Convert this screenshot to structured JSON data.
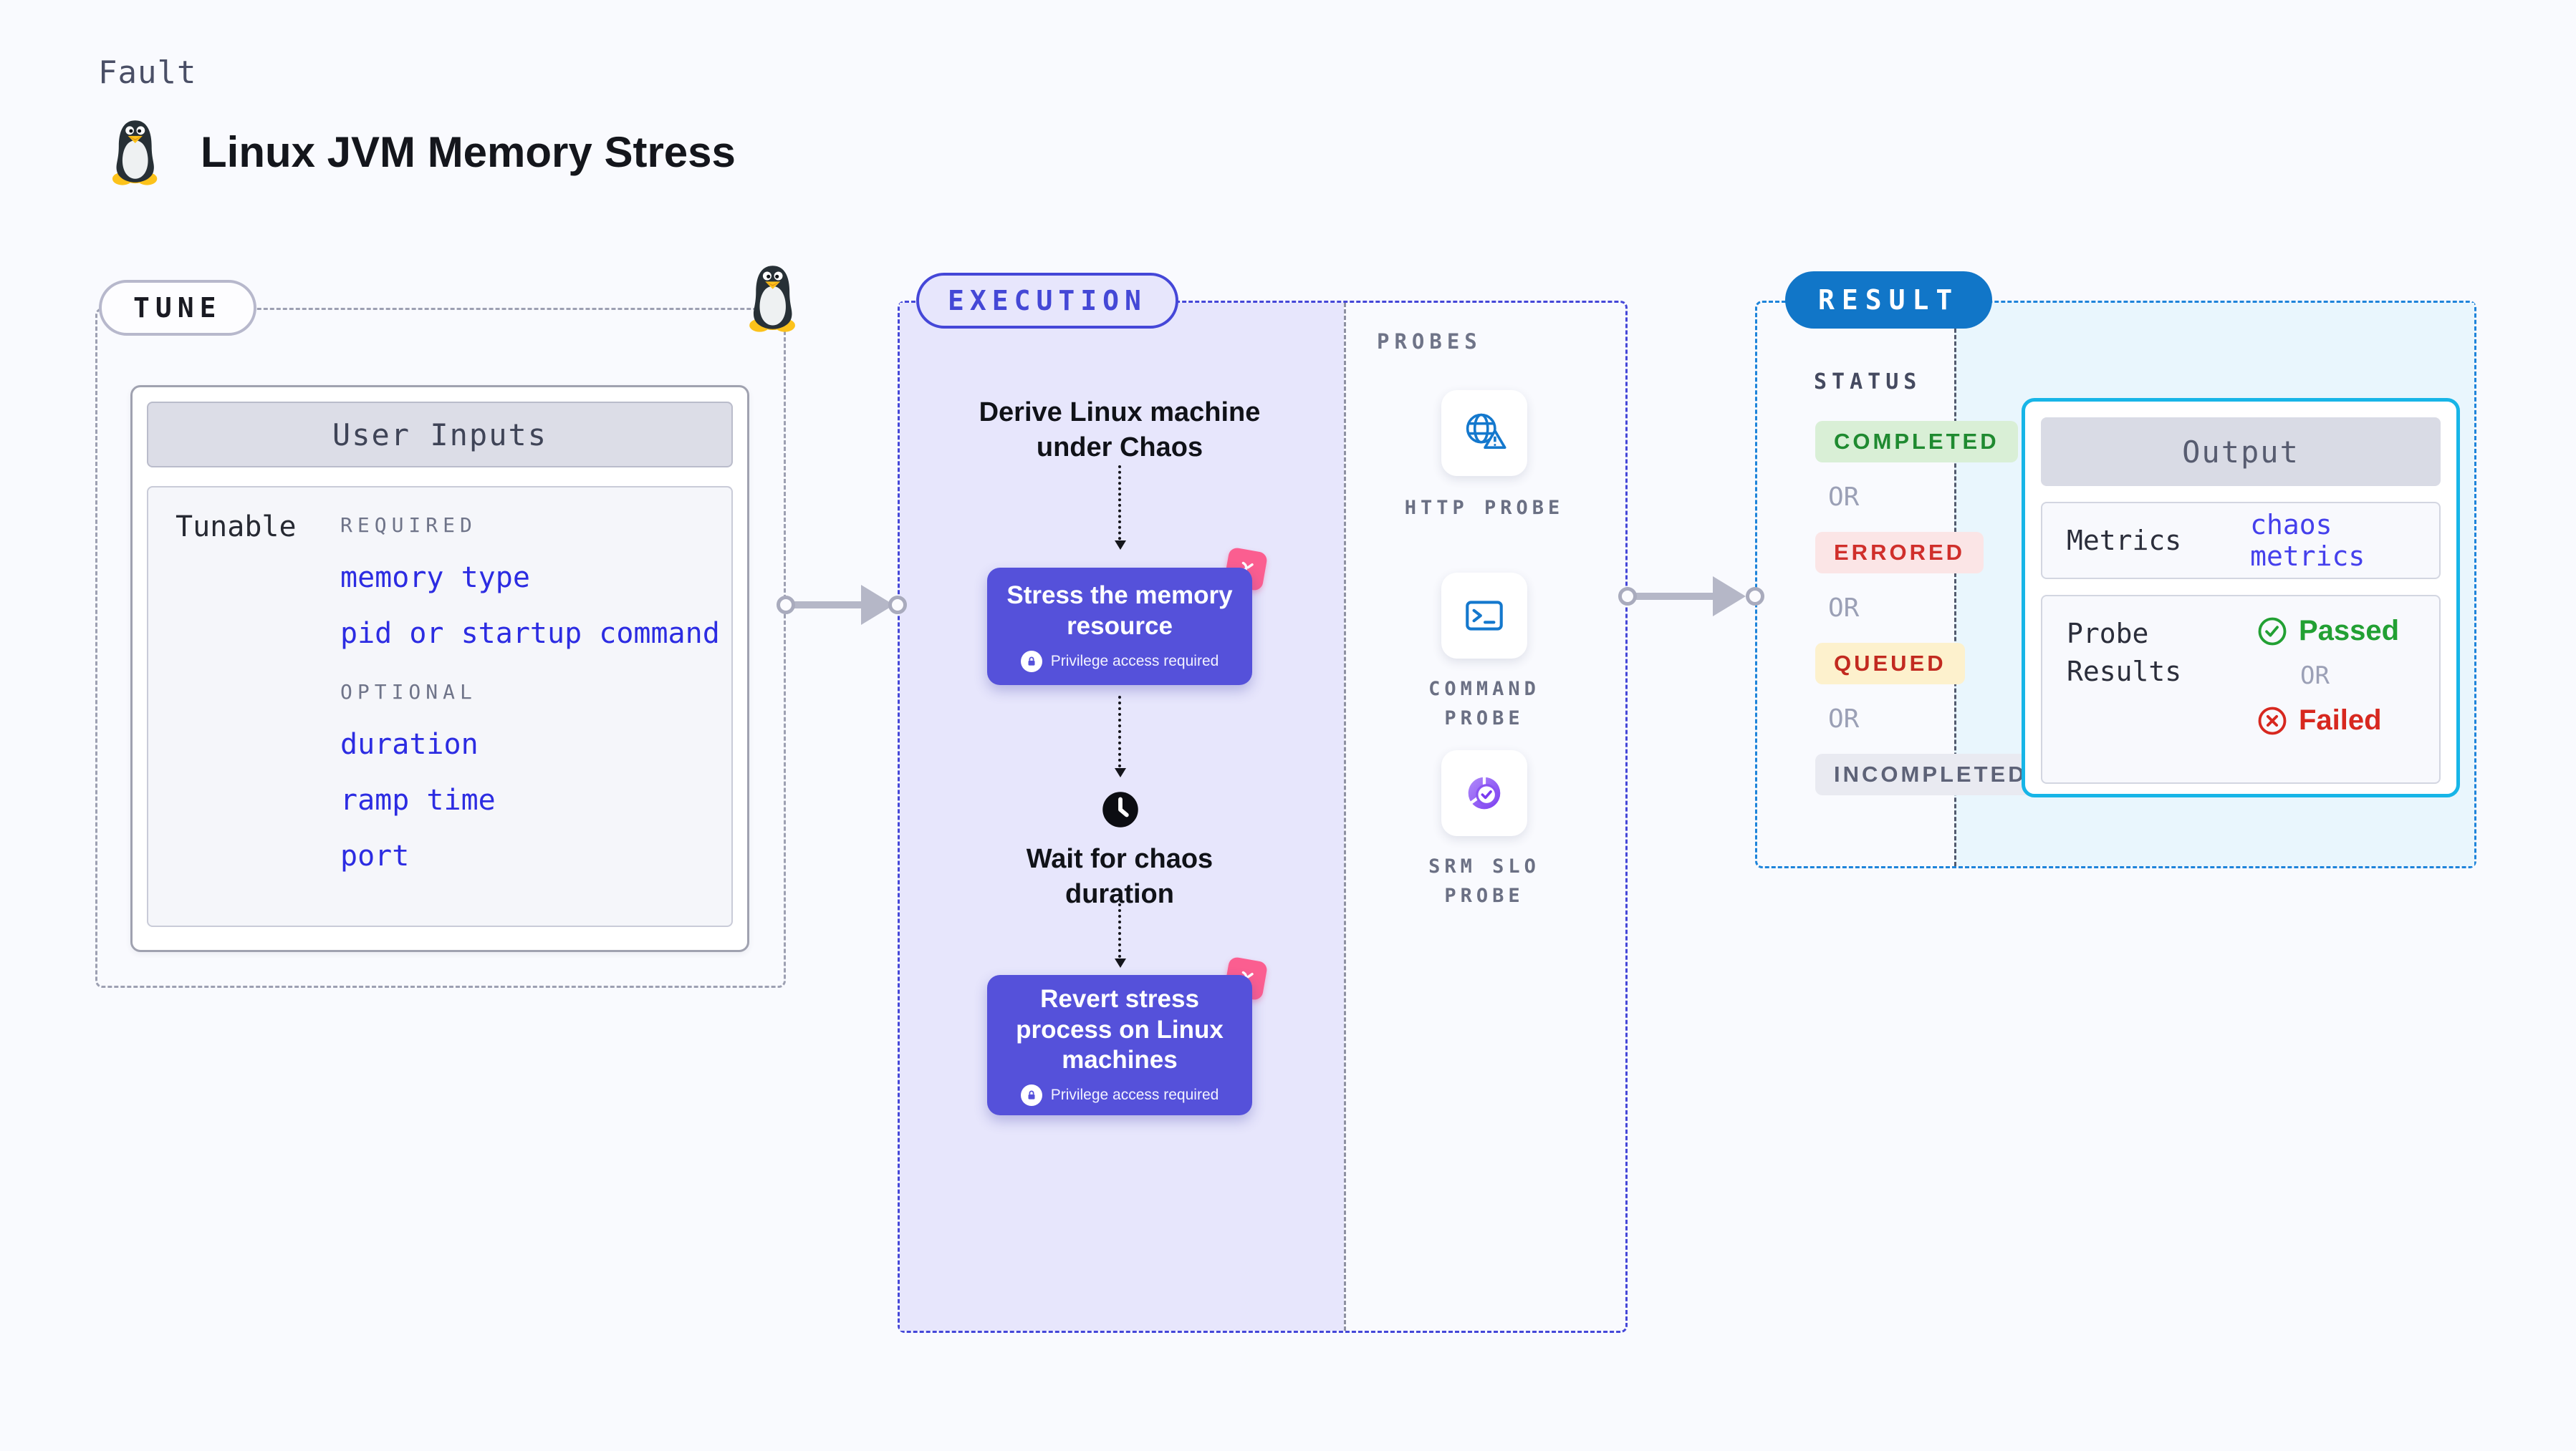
{
  "header": {
    "kicker": "Fault",
    "title": "Linux JVM Memory Stress"
  },
  "tune": {
    "badge": "TUNE",
    "card_title": "User Inputs",
    "row_label": "Tunable",
    "required_label": "REQUIRED",
    "required_items": [
      "memory type",
      "pid or startup command"
    ],
    "optional_label": "OPTIONAL",
    "optional_items": [
      "duration",
      "ramp time",
      "port"
    ]
  },
  "execution": {
    "badge": "EXECUTION",
    "derive_step": "Derive Linux machine under Chaos",
    "stress_step": "Stress the memory resource",
    "wait_step": "Wait for chaos duration",
    "revert_step": "Revert stress process on Linux machines",
    "privilege_note": "Privilege access required"
  },
  "probes": {
    "panel_label": "PROBES",
    "items": [
      {
        "label": "HTTP PROBE",
        "icon": "globe-alert-icon"
      },
      {
        "label": "COMMAND PROBE",
        "icon": "terminal-icon"
      },
      {
        "label": "SRM SLO PROBE",
        "icon": "slo-donut-icon"
      }
    ]
  },
  "result": {
    "badge": "RESULT",
    "status_label": "STATUS",
    "or_label": "OR",
    "statuses": [
      {
        "label": "COMPLETED",
        "fg": "#1f8a30",
        "bg": "#d9efd6"
      },
      {
        "label": "ERRORED",
        "fg": "#d02f2b",
        "bg": "#fbe5e6"
      },
      {
        "label": "QUEUED",
        "fg": "#c22a20",
        "bg": "#fdf1cd"
      },
      {
        "label": "INCOMPLETED",
        "fg": "#5d6277",
        "bg": "#e9eaf1"
      }
    ],
    "output": {
      "title": "Output",
      "metrics_label": "Metrics",
      "metrics_value": "chaos metrics",
      "probe_results_label": "Probe Results",
      "passed_label": "Passed",
      "failed_label": "Failed"
    }
  },
  "icons": {
    "tux-icon": "linux penguin mascot",
    "lock-icon": "privilege lock",
    "clock-icon": "wait duration clock",
    "chaos-badge-icon": "pink chaos fault badge",
    "globe-alert-icon": "globe with warning triangle",
    "terminal-icon": "command prompt terminal",
    "slo-donut-icon": "purple donut chart with check",
    "check-circle-icon": "green passed check",
    "x-circle-icon": "red failed cross"
  },
  "colors": {
    "page_bg": "#f9fafe",
    "tune_dash": "#9da0b2",
    "exec_accent": "#4547d8",
    "exec_fill": "#e7e6fc",
    "node_purple": "#5551da",
    "pink_badge": "#fb5e90",
    "probe_blue": "#1478cd",
    "result_blue": "#1176c8",
    "result_dash": "#1e84da",
    "result_fill": "#e9f6fd",
    "output_border": "#17b5e7",
    "link_blue": "#2c2ce2",
    "passed_green": "#22a033",
    "failed_red": "#d7281f"
  }
}
